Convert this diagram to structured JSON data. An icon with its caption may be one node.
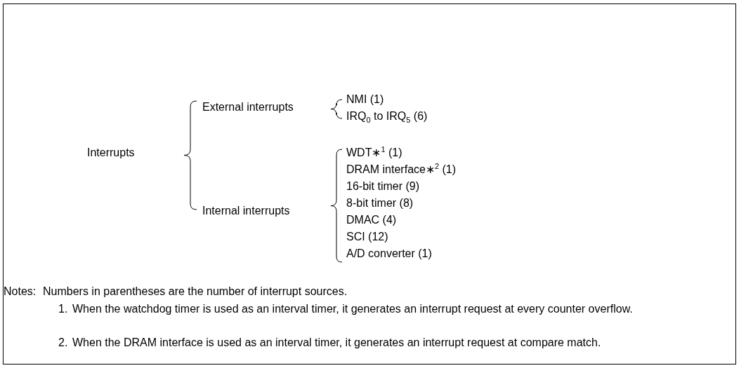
{
  "diagram": {
    "labels": [
      "Interrupts",
      "External interrupts",
      "NMI (1)",
      "IRQ$_{0}$ to IRQ$_{5}$ (6)",
      "Internal interrupts",
      "WDT∗$^{1}$ (1)",
      "DRAM interface∗$^{2}$ (1)",
      "16-bit timer (9)",
      "8-bit timer (8)",
      "DMAC (4)",
      "SCI (12)",
      "A/D converter (1)",
      "Notes:",
      "Numbers in parentheses are the number of interrupt sources.",
      "1.",
      "When the watchdog timer is used as an interval timer, it generates an interrupt request at every counter overflow.",
      "2.",
      "When the DRAM interface is used as an interval timer, it generates an interrupt request at compare match."
    ]
  }
}
